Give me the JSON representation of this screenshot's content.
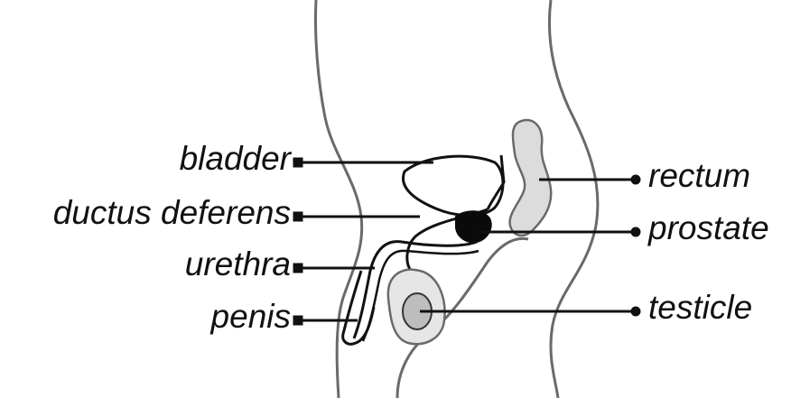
{
  "labels": {
    "bladder": "bladder",
    "ductus_deferens": "ductus deferens",
    "urethra": "urethra",
    "penis": "penis",
    "rectum": "rectum",
    "prostate": "prostate",
    "testicle": "testicle"
  },
  "colors": {
    "outline": "#6a6a6a",
    "leader": "#111111",
    "organ_fill": "#cfcfcf",
    "prostate_fill": "#0a0a0a"
  }
}
